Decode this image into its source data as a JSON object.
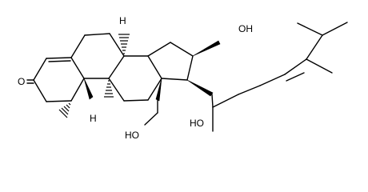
{
  "structure": {
    "atom_labels": {
      "ketone_oxygen": "O",
      "oh_c16": "OH",
      "oh_side_chain": "HO",
      "oh_c18_methylene": "HO",
      "h_c9": "H",
      "h_c14": "H"
    }
  }
}
